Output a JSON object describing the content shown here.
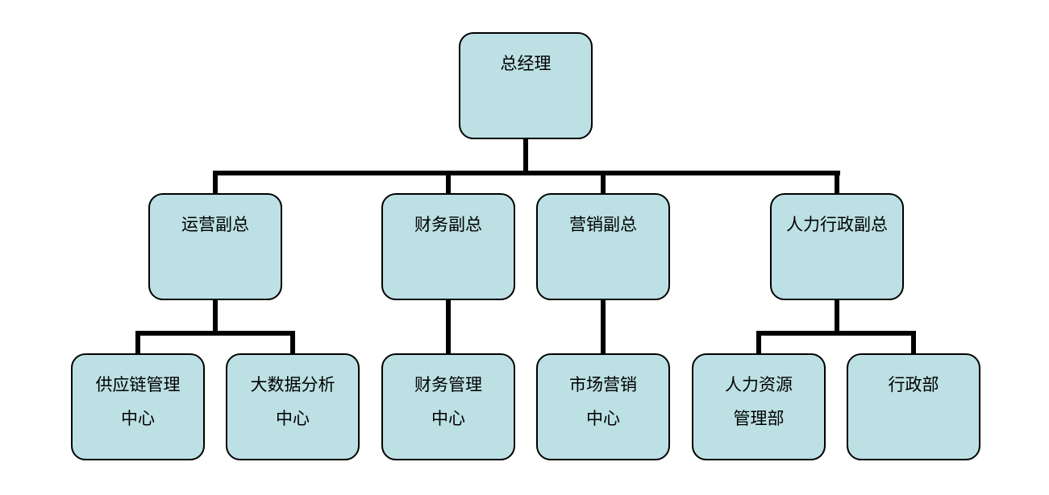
{
  "chart": {
    "ceo": {
      "lines": [
        "总经理"
      ]
    },
    "vps": [
      {
        "id": "ops",
        "lines": [
          "运营副总"
        ]
      },
      {
        "id": "fin",
        "lines": [
          "财务副总"
        ]
      },
      {
        "id": "mkt",
        "lines": [
          "营销副总"
        ]
      },
      {
        "id": "hr",
        "lines": [
          "人力行政副总"
        ]
      }
    ],
    "depts": [
      {
        "id": "scm",
        "lines": [
          "供应链管理",
          "中心"
        ]
      },
      {
        "id": "bigdata",
        "lines": [
          "大数据分析",
          "中心"
        ]
      },
      {
        "id": "finmgmt",
        "lines": [
          "财务管理",
          "中心"
        ]
      },
      {
        "id": "market",
        "lines": [
          "市场营销",
          "中心"
        ]
      },
      {
        "id": "hrmgmt",
        "lines": [
          "人力资源",
          "管理部"
        ]
      },
      {
        "id": "admin",
        "lines": [
          "行政部"
        ]
      }
    ]
  },
  "colors": {
    "box_fill": "#bce0e4",
    "border": "#000000",
    "connector": "#000000"
  }
}
